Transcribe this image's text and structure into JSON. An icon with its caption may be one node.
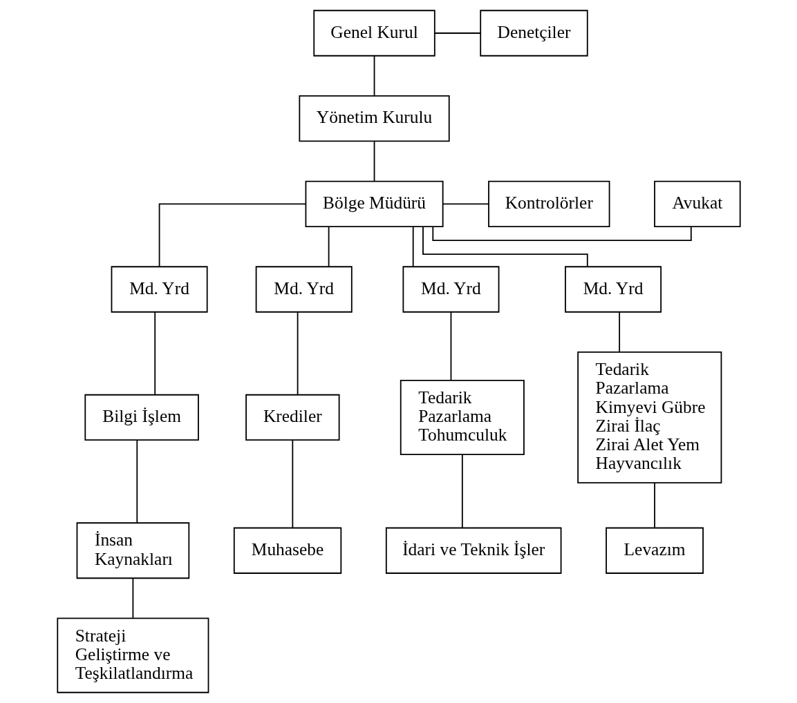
{
  "diagram": {
    "nodes": [
      {
        "text": [
          "Genel Kurul"
        ]
      },
      {
        "text": [
          "Denetçiler"
        ]
      },
      {
        "text": [
          "Yönetim Kurulu"
        ]
      },
      {
        "text": [
          "Bölge Müdürü"
        ]
      },
      {
        "text": [
          "Avukat"
        ]
      },
      {
        "text": [
          "Kontrolörler"
        ]
      },
      {
        "text": [
          "Md. Yrd"
        ]
      },
      {
        "text": [
          "Md. Yrd"
        ]
      },
      {
        "text": [
          "Md. Yrd"
        ]
      },
      {
        "text": [
          "Md. Yrd"
        ]
      },
      {
        "text": [
          "Bilgi İşlem"
        ]
      },
      {
        "text": [
          "İnsan Kaynakları"
        ]
      },
      {
        "text": [
          "Strateji Geliştirme ve Teşkilatlandırma"
        ]
      },
      {
        "text": [
          "Krediler"
        ]
      },
      {
        "text": [
          "Muhasebe"
        ]
      },
      {
        "text": [
          "Tedarik Pazarlama Tohumculuk"
        ]
      },
      {
        "text": [
          "İdari ve Teknik İşler"
        ]
      },
      {
        "text": [
          "Tedarik Pazarlama Kimyevi Gübre Zirai İlaç Zirai Alet Yem Hayvancılık"
        ]
      },
      {
        "text": [
          "Levazım"
        ]
      }
    ],
    "edges": [
      {
        "from": 0,
        "to": 2,
        "arrow": "none"
      },
      {
        "from": 0,
        "to": 1,
        "arrow": "none"
      },
      {
        "from": 2,
        "to": 3,
        "arrow": "none"
      },
      {
        "from": 3,
        "to": 4,
        "arrow": "none"
      },
      {
        "from": 3,
        "to": 5,
        "arrow": "none"
      },
      {
        "from": 3,
        "to": 6,
        "arrow": "none"
      },
      {
        "from": 3,
        "to": 7,
        "arrow": "none"
      },
      {
        "from": 3,
        "to": 8,
        "arrow": "none"
      },
      {
        "from": 3,
        "to": 9,
        "arrow": "none"
      },
      {
        "from": 6,
        "to": 10,
        "arrow": "none"
      },
      {
        "from": 10,
        "to": 11,
        "arrow": "none"
      },
      {
        "from": 11,
        "to": 12,
        "arrow": "none"
      },
      {
        "from": 7,
        "to": 13,
        "arrow": "none"
      },
      {
        "from": 13,
        "to": 14,
        "arrow": "none"
      },
      {
        "from": 8,
        "to": 15,
        "arrow": "none"
      },
      {
        "from": 15,
        "to": 16,
        "arrow": "none"
      },
      {
        "from": 9,
        "to": 17,
        "arrow": "none"
      },
      {
        "from": 17,
        "to": 18,
        "arrow": "none"
      }
    ]
  }
}
